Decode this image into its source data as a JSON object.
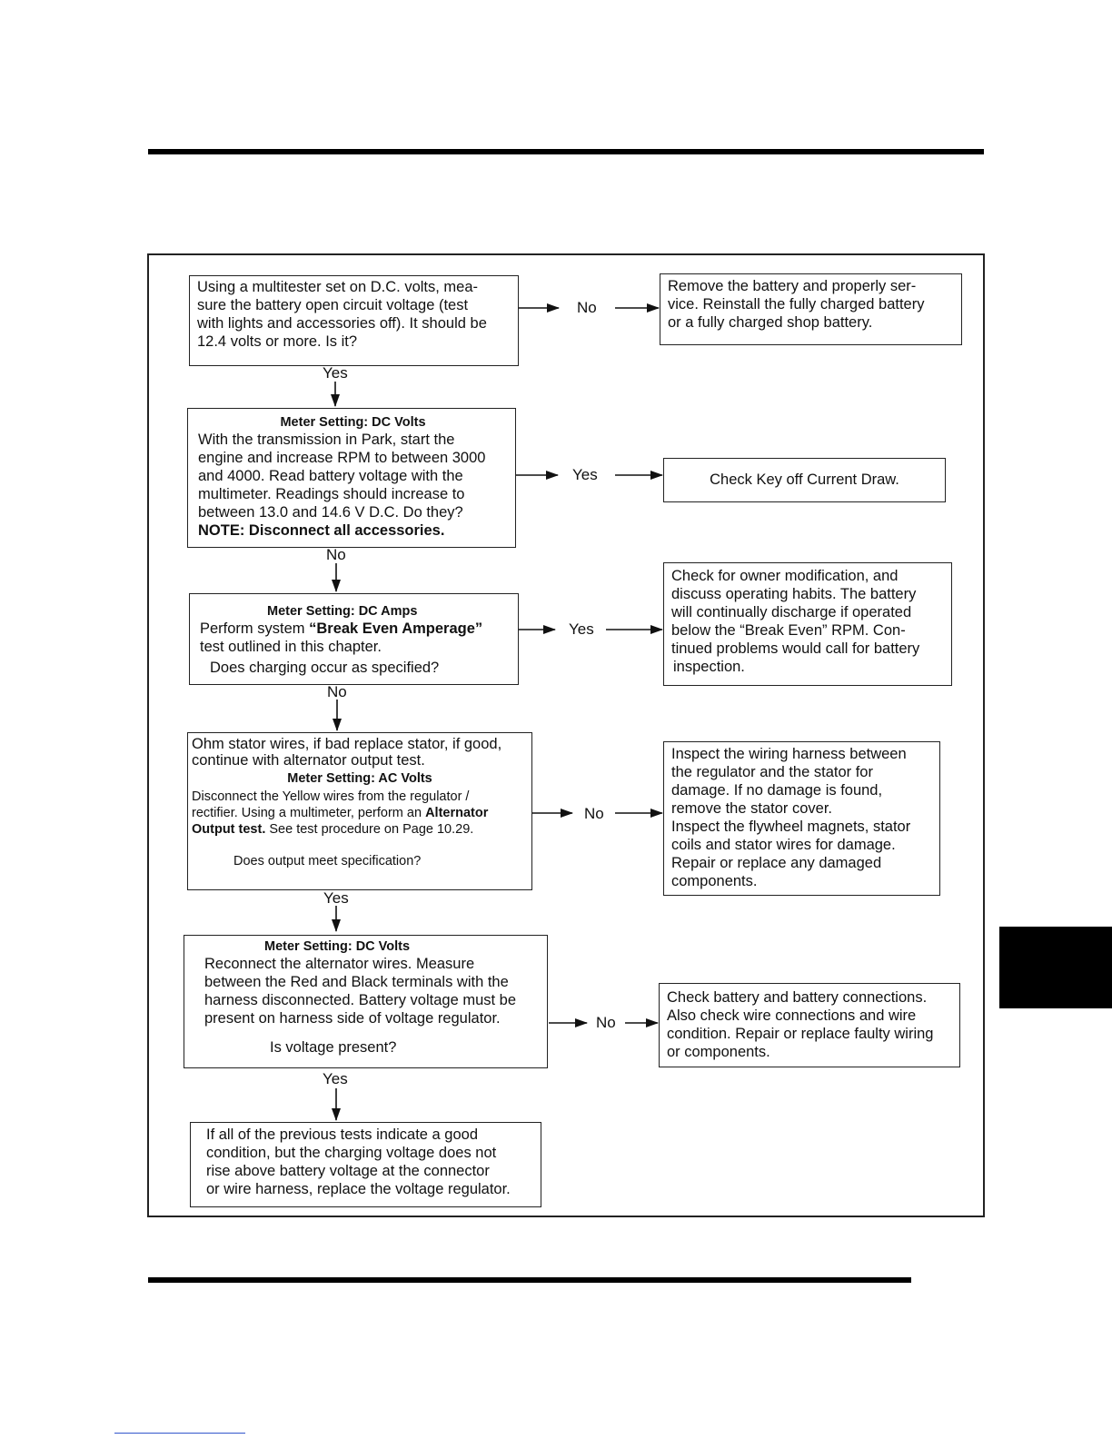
{
  "flowchart": {
    "step1": {
      "lines": [
        "Using a multitester set on D.C. volts, mea-",
        "sure the battery open circuit voltage (test",
        "with lights and accessories off). It should be",
        "12.4 volts or more.  Is it?"
      ],
      "no_label": "No",
      "no_action": [
        "Remove the battery and properly ser-",
        "vice. Reinstall the fully charged battery",
        "or a fully charged shop battery."
      ],
      "yes_label": "Yes"
    },
    "step2": {
      "meter": "Meter Setting: DC Volts",
      "lines": [
        "With the transmission in Park, start the",
        "engine and increase RPM to between 3000",
        "and 4000. Read battery voltage with the",
        "multimeter. Readings should increase to",
        "between 13.0 and 14.6 V D.C. Do they?"
      ],
      "note": "NOTE: Disconnect all accessories.",
      "yes_label": "Yes",
      "yes_action": "Check Key off Current Draw.",
      "no_label": "No"
    },
    "step3": {
      "meter": "Meter Setting: DC Amps",
      "line1_pre": "Perform system ",
      "line1_bold": "“Break Even Amperage”",
      "line2": "test outlined in this chapter.",
      "question": "Does charging occur as specified?",
      "yes_label": "Yes",
      "yes_action": [
        "Check for owner modification, and",
        "discuss operating habits. The battery",
        "will continually discharge if operated",
        "below the “Break Even” RPM. Con-",
        "tinued problems would call for battery",
        "inspection."
      ],
      "no_label": "No"
    },
    "step4": {
      "intro": [
        "Ohm stator wires, if bad replace stator, if good,",
        "continue with alternator output test."
      ],
      "meter": "Meter Setting: AC Volts",
      "line1": "Disconnect the Yellow wires from the regulator /",
      "line2_pre": "rectifier. Using a multimeter, perform an ",
      "line2_bold": "Alternator",
      "line3_bold": "Output test.",
      "line3_post": " See test procedure on Page 10.29.",
      "question": "Does output meet specification?",
      "no_label": "No",
      "no_action": [
        "Inspect the wiring harness between",
        "the regulator and the stator for",
        "damage. If no damage is found,",
        "remove the stator cover.",
        "Inspect the flywheel magnets, stator",
        "coils and stator wires for damage.",
        "Repair or replace any damaged",
        "components."
      ],
      "yes_label": "Yes"
    },
    "step5": {
      "meter": "Meter Setting: DC Volts",
      "lines": [
        "Reconnect the alternator wires. Measure",
        "between the Red and Black terminals with the",
        "harness disconnected. Battery voltage must be",
        "present on harness side of voltage regulator."
      ],
      "question": "Is voltage present?",
      "no_label": "No",
      "no_action": [
        "Check battery and battery connections.",
        "Also check wire connections and wire",
        "condition. Repair or replace faulty wiring",
        "or components."
      ],
      "yes_label": "Yes"
    },
    "step6": {
      "lines": [
        "If all of the previous tests indicate a good",
        "condition, but the charging voltage does not",
        "rise above battery voltage at the connector",
        "or wire harness, replace the voltage regulator."
      ]
    }
  }
}
